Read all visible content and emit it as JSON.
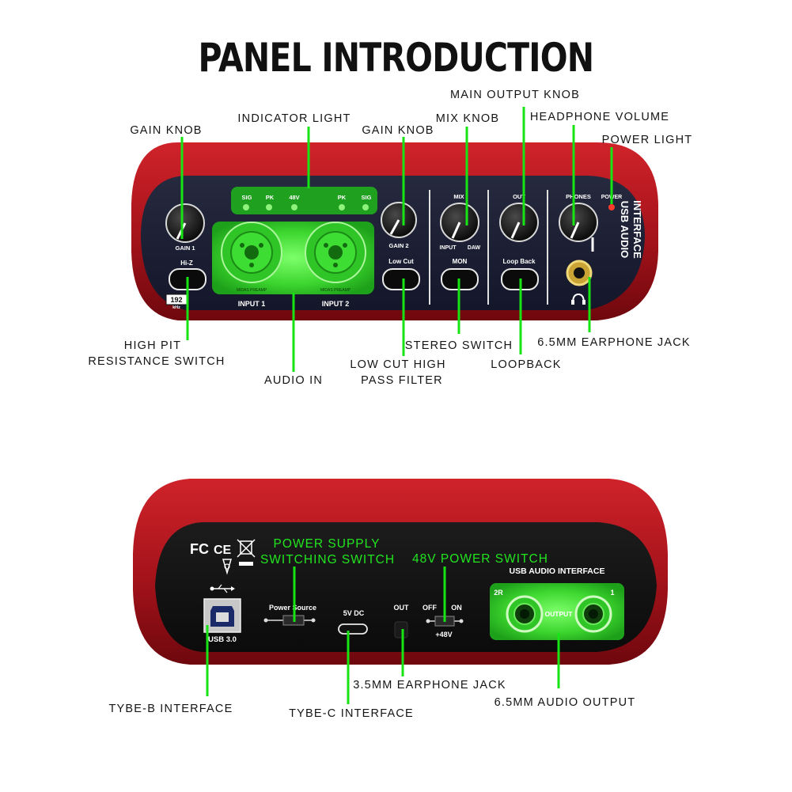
{
  "title": "PANEL INTRODUCTION",
  "front": {
    "callouts": {
      "gain_knob_1": "GAIN KNOB",
      "indicator_light": "INDICATOR LIGHT",
      "gain_knob_2": "GAIN KNOB",
      "mix_knob": "MIX KNOB",
      "main_output_knob": "MAIN OUTPUT KNOB",
      "headphone_volume": "HEADPHONE VOLUME",
      "power_light": "POWER LIGHT",
      "high_pit_1": "HIGH PIT",
      "high_pit_2": "RESISTANCE SWITCH",
      "audio_in": "AUDIO IN",
      "low_cut_1": "LOW CUT HIGH",
      "low_cut_2": "PASS FILTER",
      "stereo_switch": "STEREO SWITCH",
      "loopback": "LOOPBACK",
      "earphone_jack": "6.5MM EARPHONE JACK"
    },
    "panel": {
      "led_labels": [
        "SIG",
        "PK",
        "48V",
        "PK",
        "SIG"
      ],
      "gain1": "GAIN 1",
      "hiz": "Hi-Z",
      "rate_num": "192",
      "rate_unit": "kHz",
      "input1": "INPUT 1",
      "input2": "INPUT 2",
      "midas": "MIDAS PREAMP",
      "gain2": "GAIN 2",
      "lowcut": "Low Cut",
      "mix": "MIX",
      "input": "INPUT",
      "daw": "DAW",
      "mon": "MON",
      "out": "OUT",
      "loopback": "Loop Back",
      "phones": "PHONES",
      "power": "POWER",
      "usb_line1": "USB AUDIO",
      "usb_line2": "INTERFACE"
    }
  },
  "back": {
    "callouts": {
      "power_supply_1": "POWER SUPPLY",
      "power_supply_2": "SWITCHING SWITCH",
      "power_48v": "48V POWER SWITCH",
      "earphone_35": "3.5MM EARPHONE JACK",
      "typeb": "TYBE-B INTERFACE",
      "typec": "TYBE-C INTERFACE",
      "audio_output": "6.5MM AUDIO OUTPUT"
    },
    "panel": {
      "fc": "FC",
      "ce": "CE",
      "usb_interface": "USB AUDIO INTERFACE",
      "usb30": "USB 3.0",
      "power_source": "Power Source",
      "dc5v": "5V DC",
      "out": "OUT",
      "off": "OFF",
      "on": "ON",
      "v48": "+48V",
      "ch2r": "2R",
      "ch1": "1",
      "output": "OUTPUT"
    }
  },
  "colors": {
    "callout_green": "#16e513",
    "body_red": "#b5141a",
    "panel_dark": "#1a1d2e",
    "back_panel": "#101010"
  }
}
